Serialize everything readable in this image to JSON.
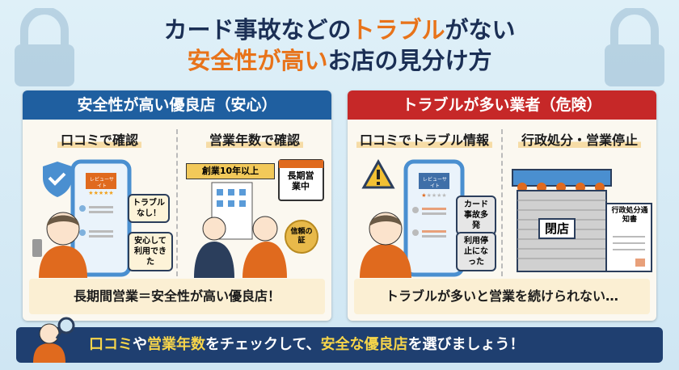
{
  "title": {
    "line1_a": "カード事故などの",
    "line1_b": "トラブル",
    "line1_c": "がない",
    "line2_a": "安全性が高い",
    "line2_b": "お店の見分け方"
  },
  "colors": {
    "navy": "#1b2f55",
    "orange": "#e8731a",
    "safe": "#1f5fa0",
    "danger": "#c62828",
    "banner": "#1f3f70",
    "highlight": "#f7d54a"
  },
  "safe": {
    "header": "安全性が高い優良店（安心）",
    "reviews": {
      "heading": "口コミで確認",
      "site": "レビューサイト",
      "bubble1": "トラブルなし！",
      "bubble2": "安心して利用できた",
      "icons": [
        "shield-check-icon",
        "smartphone-icon"
      ]
    },
    "years": {
      "heading": "営業年数で確認",
      "ribbon": "創業10年以上",
      "calendar": "長期営業中",
      "medal": "信頼の証"
    },
    "caption": "長期間営業＝安全性が高い優良店！"
  },
  "danger": {
    "header": "トラブルが多い業者（危険）",
    "reviews": {
      "heading": "口コミでトラブル情報",
      "site": "レビューサイト",
      "bubble1": "カード事故多発",
      "bubble2": "利用停止になった",
      "icons": [
        "warning-icon"
      ]
    },
    "admin": {
      "heading": "行政処分・営業停止",
      "sign": "閉店",
      "notice": "行政処分通知書"
    },
    "caption": "トラブルが多いと営業を続けられない…"
  },
  "banner": {
    "a": "口コミ",
    "b": "や",
    "c": "営業年数",
    "d": "をチェックして、",
    "e": "安全な優良店",
    "f": "を選びましょう！"
  }
}
